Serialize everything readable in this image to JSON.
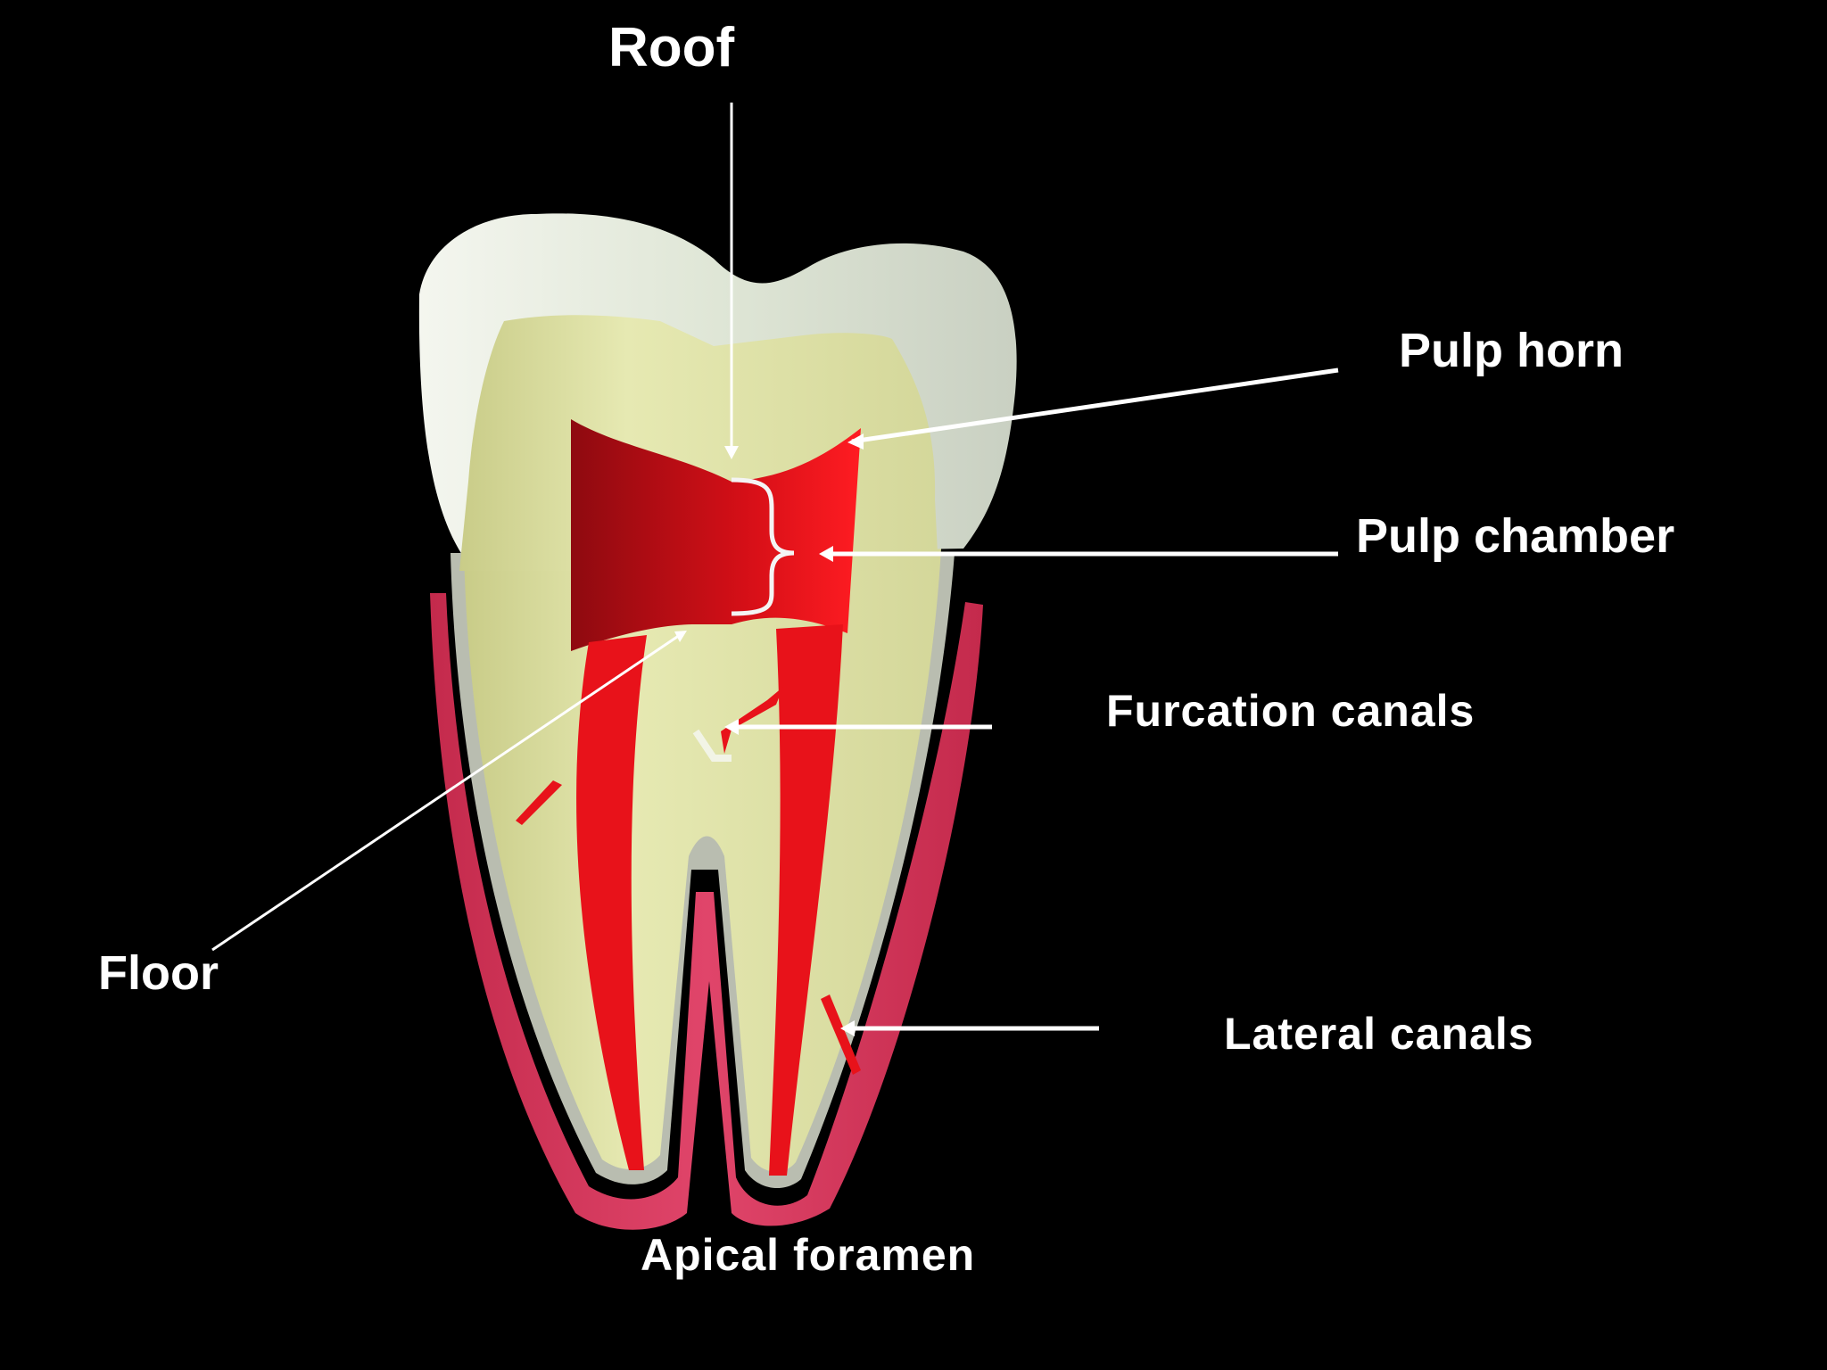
{
  "diagram": {
    "background_color": "#000000",
    "structure_colors": {
      "enamel": "#e8eee2",
      "dentin": "#dfe3a8",
      "pulp": "#e8121a",
      "gingiva": "#d8375c",
      "label_text": "#ffffff",
      "pointer_line": "#ffffff"
    },
    "labels": {
      "roof": "Roof",
      "pulp_horn": "Pulp horn",
      "pulp_chamber": "Pulp chamber",
      "furcation_canals": "Furcation canals",
      "floor": "Floor",
      "lateral_canals": "Lateral canals",
      "apical_foramen": "Apical foramen"
    }
  }
}
